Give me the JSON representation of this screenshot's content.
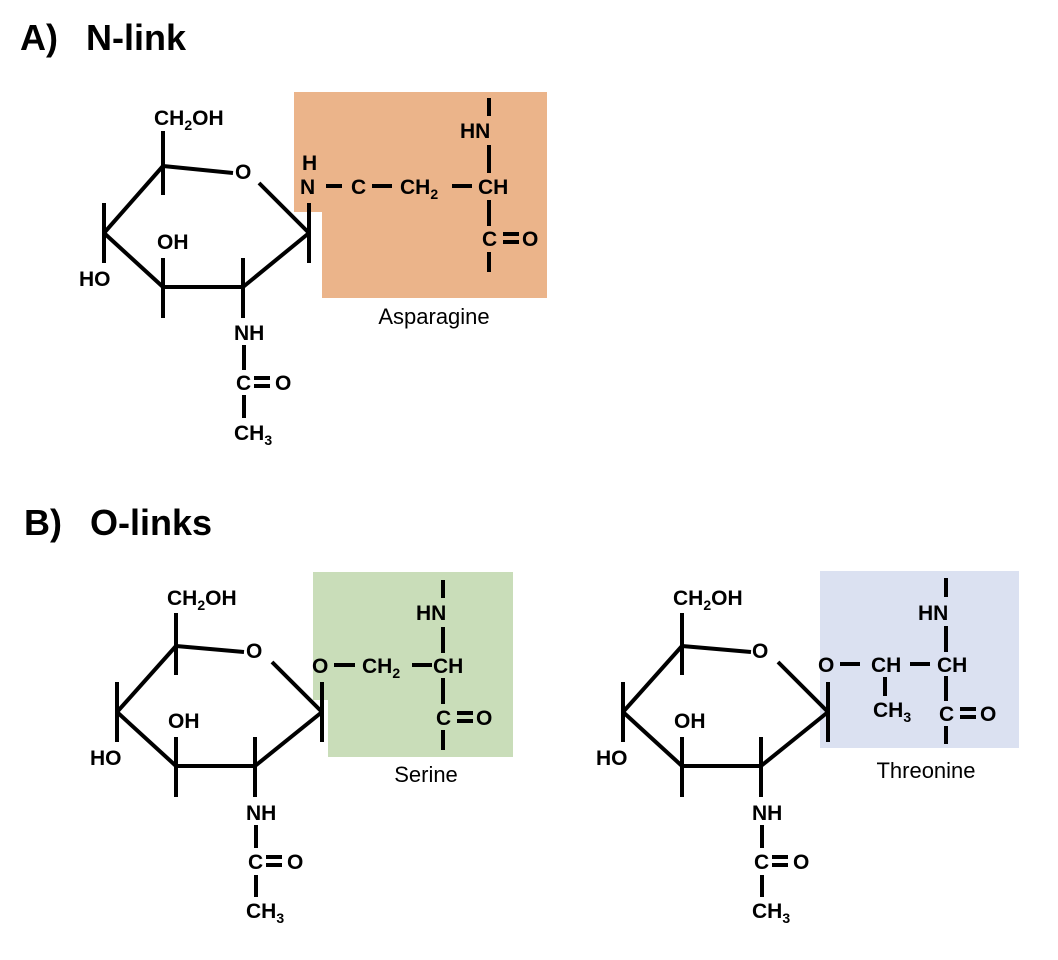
{
  "colors": {
    "asparagine_box": "#ebb48a",
    "serine_box": "#c9ddb9",
    "threonine_box": "#dbe1f1",
    "bond": "#000000",
    "background": "#ffffff"
  },
  "sections": {
    "a": {
      "letter": "A)",
      "title": "N-link"
    },
    "b": {
      "letter": "B)",
      "title": "O-links"
    }
  },
  "sugar": {
    "ch2oh_prefix": "CH",
    "ch2oh_sub": "2",
    "ch2oh_suffix": "OH",
    "ring_o": "O",
    "oh": "OH",
    "ho": "HO",
    "nh": "NH",
    "carbonyl_c": "C",
    "carbonyl_o": "O",
    "methyl_prefix": "CH",
    "methyl_sub": "3"
  },
  "asparagine": {
    "label": "Asparagine",
    "h": "H",
    "n": "N",
    "c": "C",
    "ch2_prefix": "CH",
    "ch2_sub": "2",
    "hn": "HN",
    "ch": "CH",
    "carbonyl_c": "C",
    "carbonyl_o": "O"
  },
  "serine": {
    "label": "Serine",
    "o": "O",
    "ch2_prefix": "CH",
    "ch2_sub": "2",
    "hn": "HN",
    "ch": "CH",
    "carbonyl_c": "C",
    "carbonyl_o": "O"
  },
  "threonine": {
    "label": "Threonine",
    "o": "O",
    "ch_side": "CH",
    "methyl_prefix": "CH",
    "methyl_sub": "3",
    "hn": "HN",
    "ch": "CH",
    "carbonyl_c": "C",
    "carbonyl_o": "O"
  }
}
